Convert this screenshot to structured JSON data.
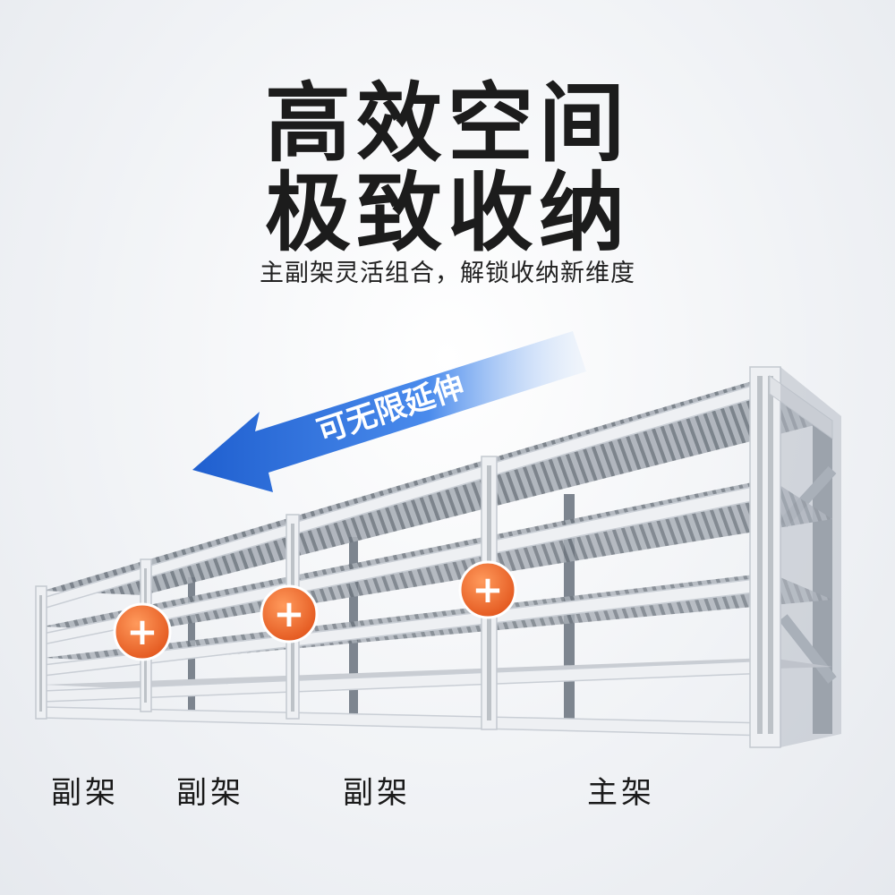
{
  "headline": {
    "line1": "高效空间",
    "line2": "极致收纳"
  },
  "subheadline": "主副架灵活组合，解锁收纳新维度",
  "arrow_text": "可无限延伸",
  "labels": [
    "副架",
    "副架",
    "副架",
    "主架"
  ],
  "plus_badges": [
    "+",
    "+",
    "+"
  ],
  "colors": {
    "arrow_blue": "#2f6fd6",
    "badge_orange": "#f06a28",
    "frame_grey": "#e4e6ea",
    "inner_post": "#7d858f"
  }
}
